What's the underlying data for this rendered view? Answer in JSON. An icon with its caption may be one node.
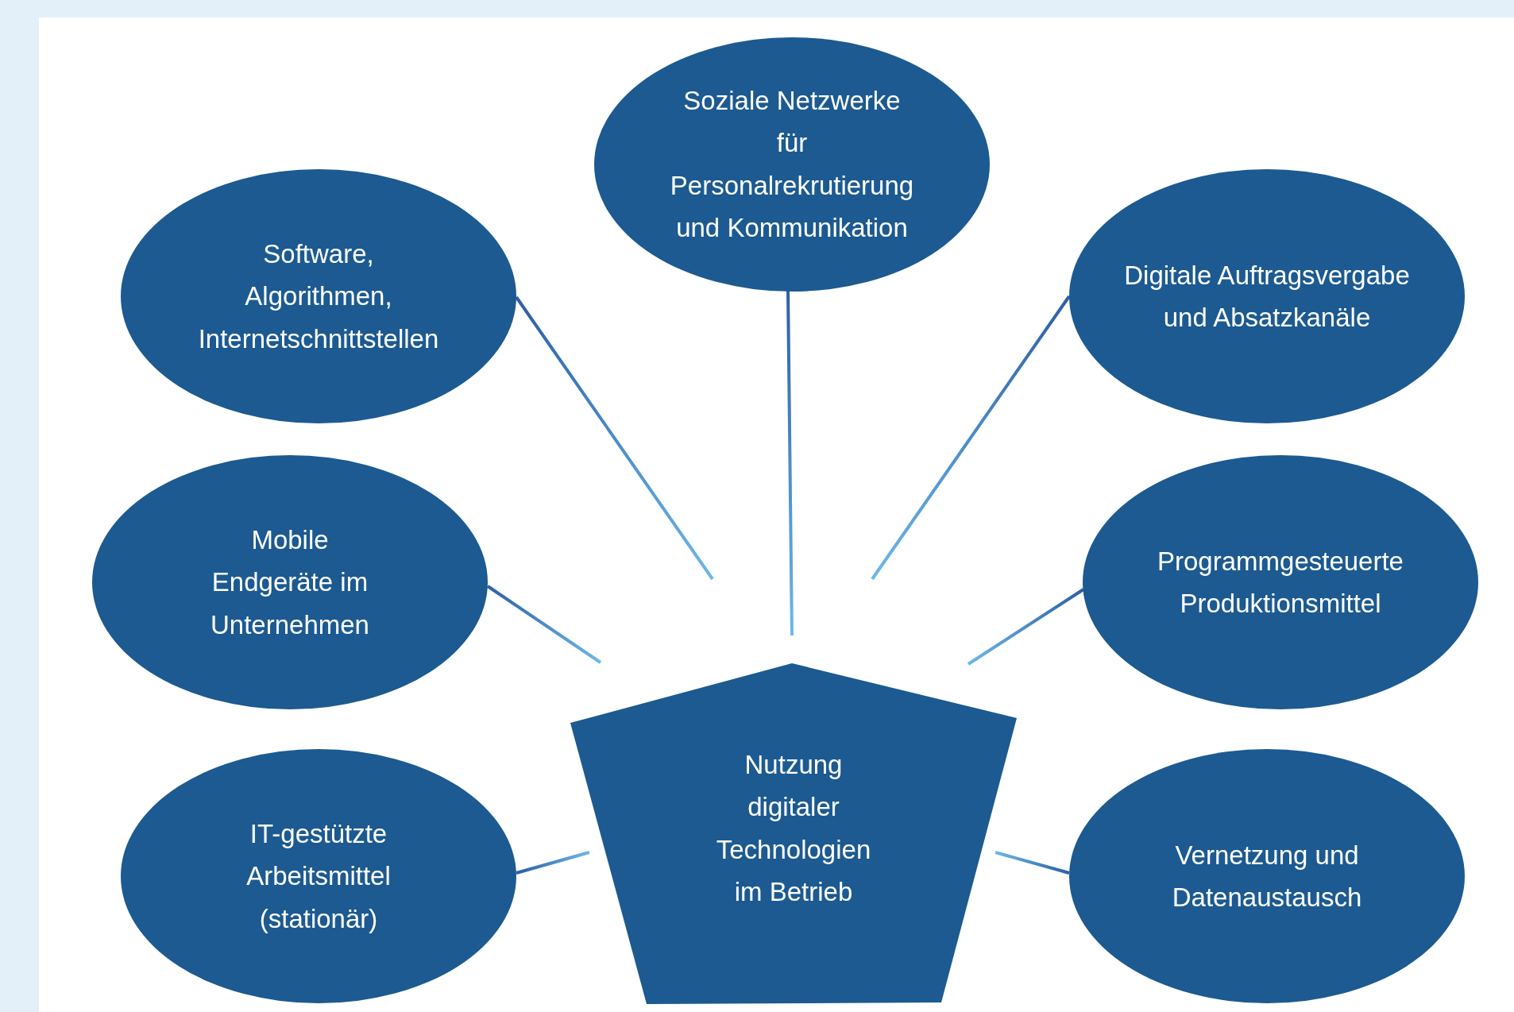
{
  "diagram": {
    "nodes": [
      {
        "text": [
          "Soziale Netzwerke für Personalrekrutierung und Kommunikation"
        ]
      },
      {
        "text": [
          "Software, Algorithmen, Internetschnittstellen"
        ]
      },
      {
        "text": [
          "Digitale Auftragsvergabe und Absatzkanäle"
        ]
      },
      {
        "text": [
          "Mobile Endgeräte im Unternehmen"
        ]
      },
      {
        "text": [
          "Programmgesteuerte Produktionsmittel"
        ]
      },
      {
        "text": [
          "Nutzung digitaler Technologien im Betrieb"
        ]
      },
      {
        "text": [
          "IT-gestützte Arbeitsmittel (stationär)"
        ]
      },
      {
        "text": [
          "Vernetzung und Datenaustausch"
        ]
      }
    ],
    "edges": [
      {
        "from": 0,
        "to": 5,
        "arrow": "none"
      },
      {
        "from": 1,
        "to": 5,
        "arrow": "none"
      },
      {
        "from": 2,
        "to": 5,
        "arrow": "none"
      },
      {
        "from": 3,
        "to": 5,
        "arrow": "none"
      },
      {
        "from": 4,
        "to": 5,
        "arrow": "none"
      },
      {
        "from": 6,
        "to": 5,
        "arrow": "none"
      },
      {
        "from": 7,
        "to": 5,
        "arrow": "none"
      }
    ]
  }
}
